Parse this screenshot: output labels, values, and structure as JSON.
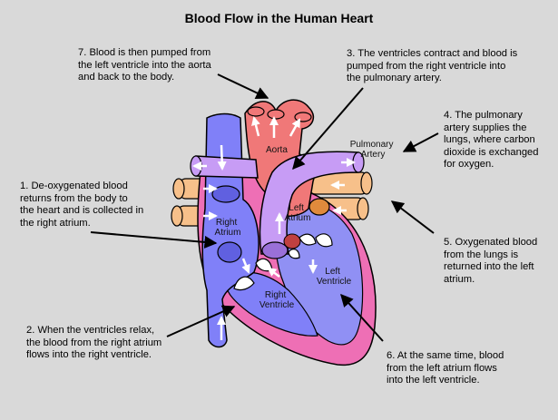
{
  "title": "Blood Flow in the Human Heart",
  "notes": [
    {
      "id": "n1",
      "lines": [
        "1. De-oxygenated blood",
        "returns from the body to",
        "the heart and is collected in",
        "the right atrium."
      ]
    },
    {
      "id": "n2",
      "lines": [
        "2. When the ventricles relax,",
        "the blood from the right atrium",
        "flows into the right ventricle."
      ]
    },
    {
      "id": "n3",
      "lines": [
        "3. The ventricles contract and blood is",
        "pumped from the right ventricle into",
        "the pulmonary artery."
      ]
    },
    {
      "id": "n4",
      "lines": [
        "4. The pulmonary",
        "artery supplies the",
        "lungs, where carbon",
        "dioxide is exchanged",
        "for oxygen."
      ]
    },
    {
      "id": "n5",
      "lines": [
        "5. Oxygenated blood",
        "from the lungs is",
        "returned into the left",
        "atrium."
      ]
    },
    {
      "id": "n6",
      "lines": [
        "6. At the same time, blood",
        "from the left atrium flows",
        "into the left ventricle."
      ]
    },
    {
      "id": "n7",
      "lines": [
        "7. Blood is then pumped from",
        "the left ventricle into the aorta",
        "and back to the body."
      ]
    }
  ],
  "labels": {
    "aorta": "Aorta",
    "pulmonary_artery": [
      "Pulmonary",
      "Artery"
    ],
    "right_atrium": [
      "Right",
      "Atrium"
    ],
    "left_atrium": [
      "Left",
      "Atrium"
    ],
    "right_ventricle": [
      "Right",
      "Ventricle"
    ],
    "left_ventricle": [
      "Left",
      "Ventricle"
    ]
  },
  "colors": {
    "background": "#d9d9d9",
    "heart_wall": "#ee6fb5",
    "deoxygenated": "#8080f8",
    "oxygenated": "#f08080",
    "pulmonary_artery": "#c79cf5",
    "pulmonary_veins": "#f7c08a"
  }
}
